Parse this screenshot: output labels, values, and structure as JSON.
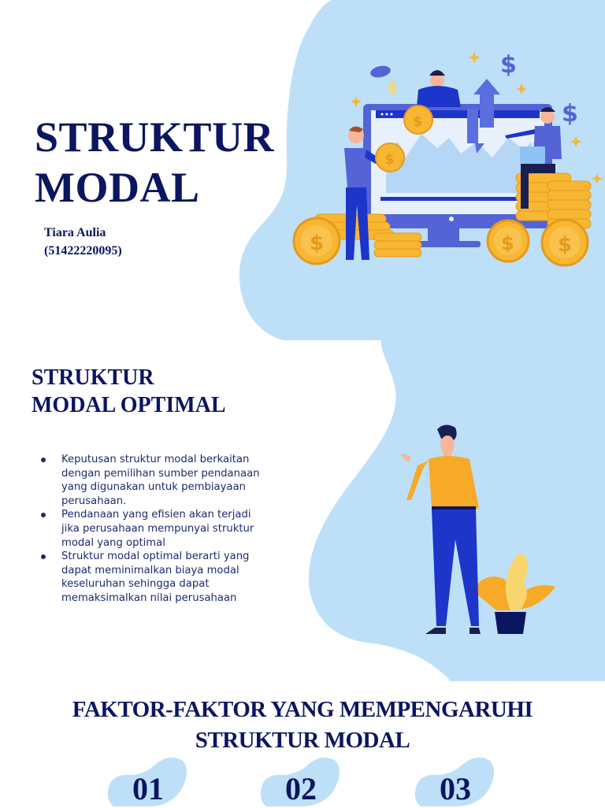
{
  "colors": {
    "navy_text": "#0b1560",
    "blob_blue": "#bde0f8",
    "coin_gold": "#f7b733",
    "figure_blue": "#2335c8",
    "sweater_orange": "#f7a928"
  },
  "cover": {
    "title_line1": "STRUKTUR",
    "title_line2": "MODAL",
    "author_name": "Tiara Aulia",
    "author_id": "(51422220095)"
  },
  "optimal_section": {
    "title_line1": "STRUKTUR",
    "title_line2": "MODAL OPTIMAL",
    "bullets": [
      "Keputusan struktur modal berkaitan dengan pemilihan sumber pendanaan yang digunakan untuk pembiayaan perusahaan.",
      "Pendanaan yang efisien akan terjadi jika perusahaan mempunyai struktur modal yang optimal",
      "Struktur modal optimal berarti yang dapat meminimalkan biaya modal keseluruhan sehingga dapat memaksimalkan nilai perusahaan"
    ]
  },
  "factors_section": {
    "title_line1": "FAKTOR-FAKTOR YANG MEMPENGARUHI",
    "title_line2": "STRUKTUR MODAL",
    "items": [
      {
        "number": "01"
      },
      {
        "number": "02"
      },
      {
        "number": "03"
      }
    ]
  },
  "illustrations": {
    "top": "business-team-with-coins-and-monitor-illustration",
    "middle": "man-standing-with-plant-illustration"
  }
}
